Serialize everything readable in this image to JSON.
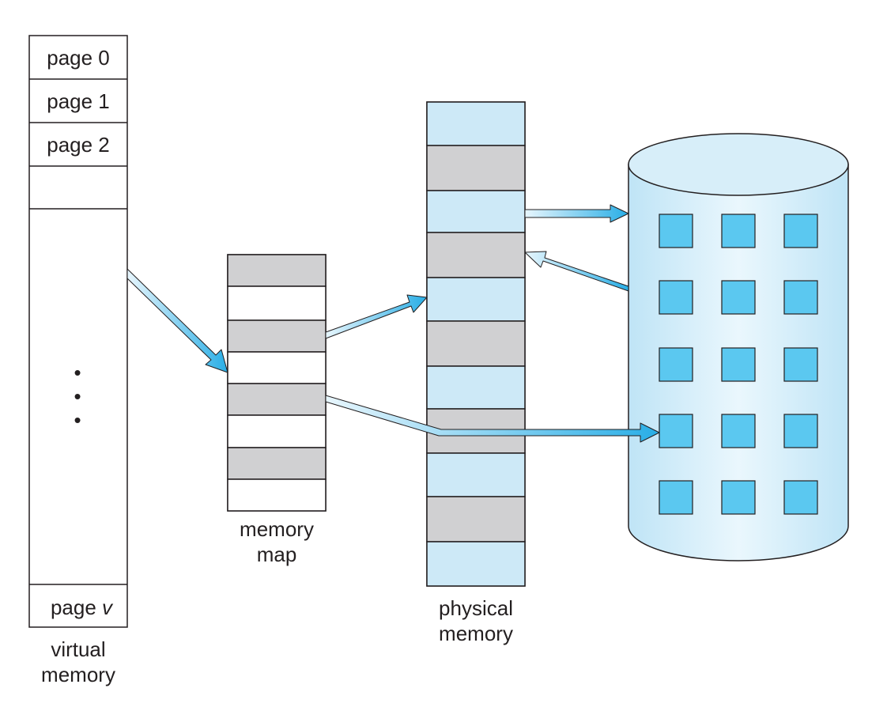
{
  "virtual_memory": {
    "pages": [
      "page 0",
      "page 1",
      "page 2"
    ],
    "last_page_prefix": "page ",
    "last_page_var": "v",
    "ellipsis": "•",
    "label_line1": "virtual",
    "label_line2": "memory"
  },
  "memory_map": {
    "label_line1": "memory",
    "label_line2": "map"
  },
  "physical_memory": {
    "label_line1": "physical",
    "label_line2": "memory"
  },
  "colors": {
    "light_blue": "#cde9f7",
    "gray": "#d0d0d2",
    "arrow": "#29aee6",
    "disk_block": "#5bc8f0",
    "stroke": "#231f20"
  }
}
